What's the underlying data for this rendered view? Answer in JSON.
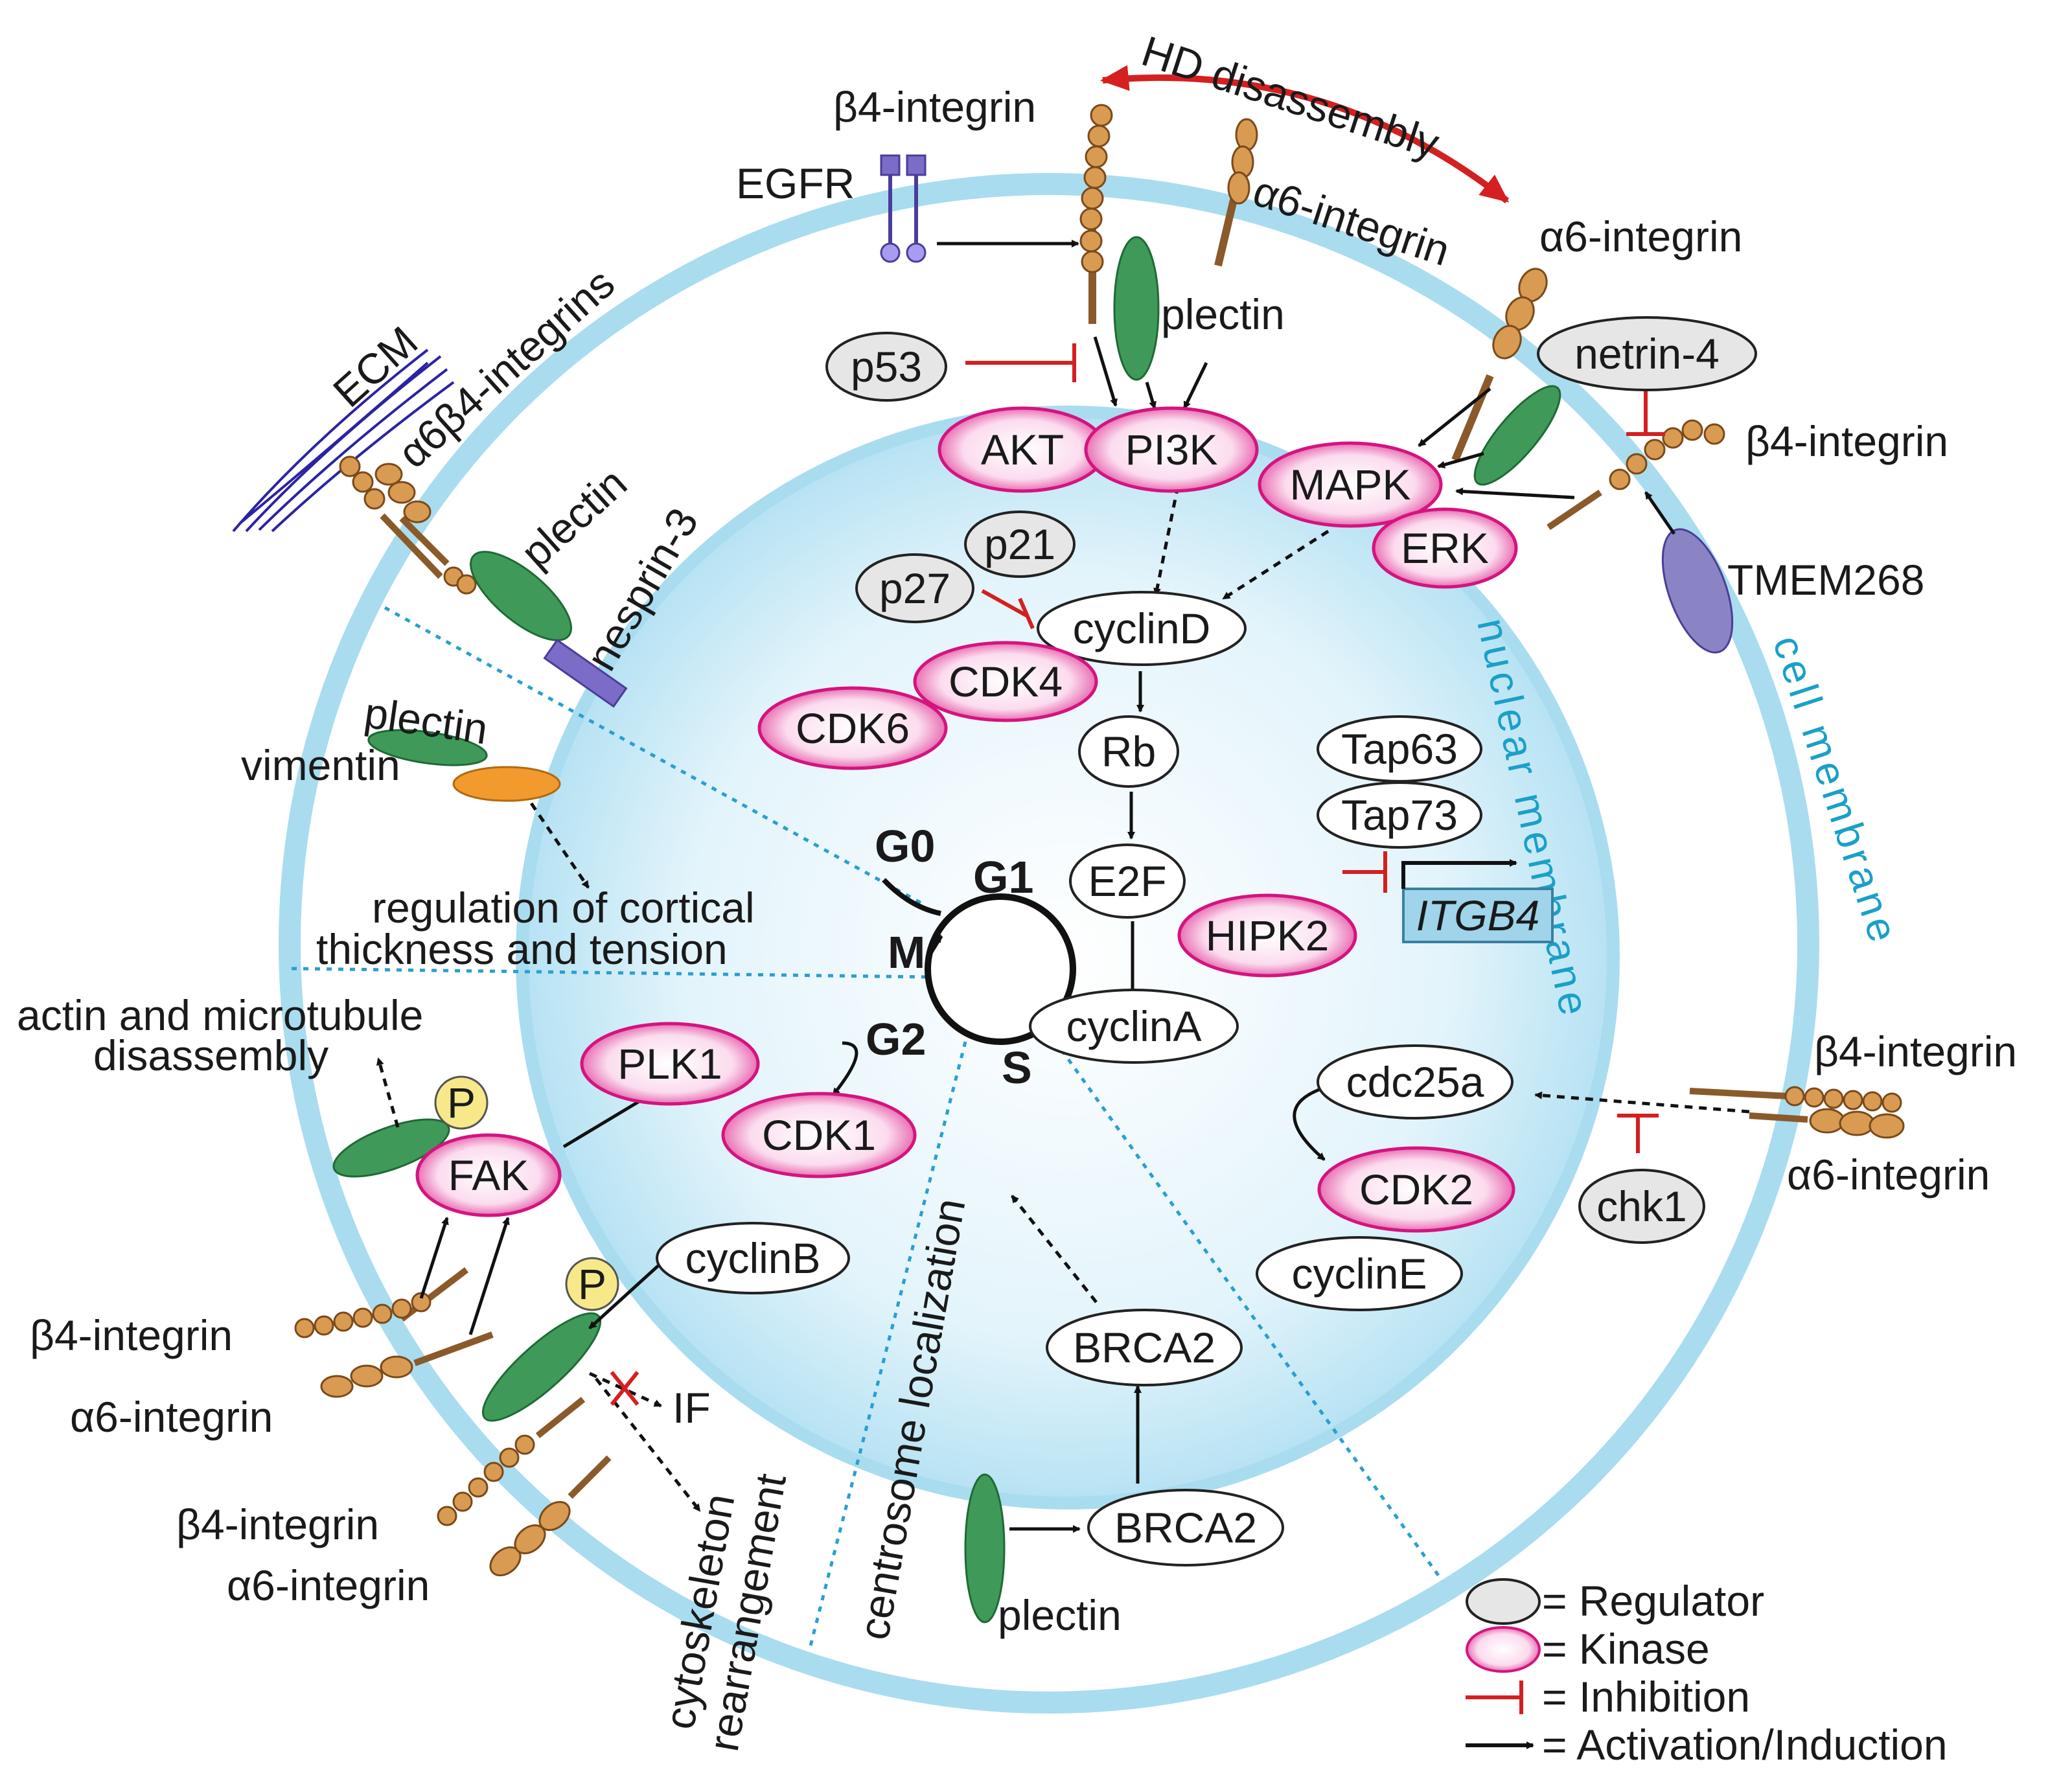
{
  "title": "HD disassembly",
  "colors": {
    "regulator": "#e6e6e6",
    "kinase": "#f7c6e3",
    "kinase_border": "#d4147f",
    "inhibition": "#d42020",
    "activation": "#111111",
    "membrane": "#a9dcef",
    "plectin": "#3f9a5a",
    "integrin": "#c98b45",
    "vimentin": "#f29a2e",
    "tmem": "#8b84c4",
    "egfr": "#7a6cc7",
    "ecm": "#2b23a3",
    "itgb4_box": "#9fd4ea",
    "p_circle": "#f7e88a"
  },
  "membranes": {
    "nuclear": "nuclear membrane",
    "cell": "cell membrane"
  },
  "phases": {
    "g0": "G0",
    "g1": "G1",
    "m": "M",
    "g2": "G2",
    "s": "S"
  },
  "labels": {
    "b4_top": "β4-integrin",
    "egfr": "EGFR",
    "a6_top": "α6-integrin",
    "a6_tr": "α6-integrin",
    "plectin_top": "plectin",
    "ecm": "ECM",
    "a6b4": "α6β4-integrins",
    "plectin_ul": "plectin",
    "nesprin": "nesprin-3",
    "plectin_vim": "plectin",
    "vimentin": "vimentin",
    "cortical_1": "regulation of cortical",
    "cortical_2": "thickness and tension",
    "actin_1": "actin and microtubule",
    "actin_2": "disassembly",
    "b4_fak": "β4-integrin",
    "a6_fak": "α6-integrin",
    "b4_bl": "β4-integrin",
    "a6_bl": "α6-integrin",
    "if": "IF",
    "cyto_1": "cytoskeleton",
    "cyto_2": "rearrangement",
    "centrosome": "centrosome localization",
    "plectin_bottom": "plectin",
    "b4_mapk": "β4-integrin",
    "tmem": "TMEM268",
    "b4_right": "β4-integrin",
    "a6_right": "α6-integrin",
    "itgb4": "ITGB4"
  },
  "nodes": {
    "regulators": {
      "p53": "p53",
      "p21": "p21",
      "p27": "p27",
      "netrin4": "netrin-4",
      "chk1": "chk1"
    },
    "kinases": {
      "akt": "AKT",
      "pi3k": "PI3K",
      "mapk": "MAPK",
      "erk": "ERK",
      "cdk4": "CDK4",
      "cdk6": "CDK6",
      "hipk2": "HIPK2",
      "plk1": "PLK1",
      "cdk1": "CDK1",
      "fak": "FAK",
      "cdk2": "CDK2"
    },
    "factors": {
      "cyclind": "cyclinD",
      "rb": "Rb",
      "e2f": "E2F",
      "cyclina": "cyclinA",
      "tap63": "Tap63",
      "tap73": "Tap73",
      "cdc25a": "cdc25a",
      "cycline": "cyclinE",
      "cyclinb": "cyclinB",
      "brca2_in": "BRCA2",
      "brca2_out": "BRCA2"
    },
    "phospho": {
      "p1": "P",
      "p2": "P"
    }
  },
  "legend": [
    {
      "symbol": "regulator",
      "text": "= Regulator"
    },
    {
      "symbol": "kinase",
      "text": "= Kinase"
    },
    {
      "symbol": "inhibition",
      "text": "= Inhibition"
    },
    {
      "symbol": "activation",
      "text": "= Activation/Induction"
    }
  ]
}
